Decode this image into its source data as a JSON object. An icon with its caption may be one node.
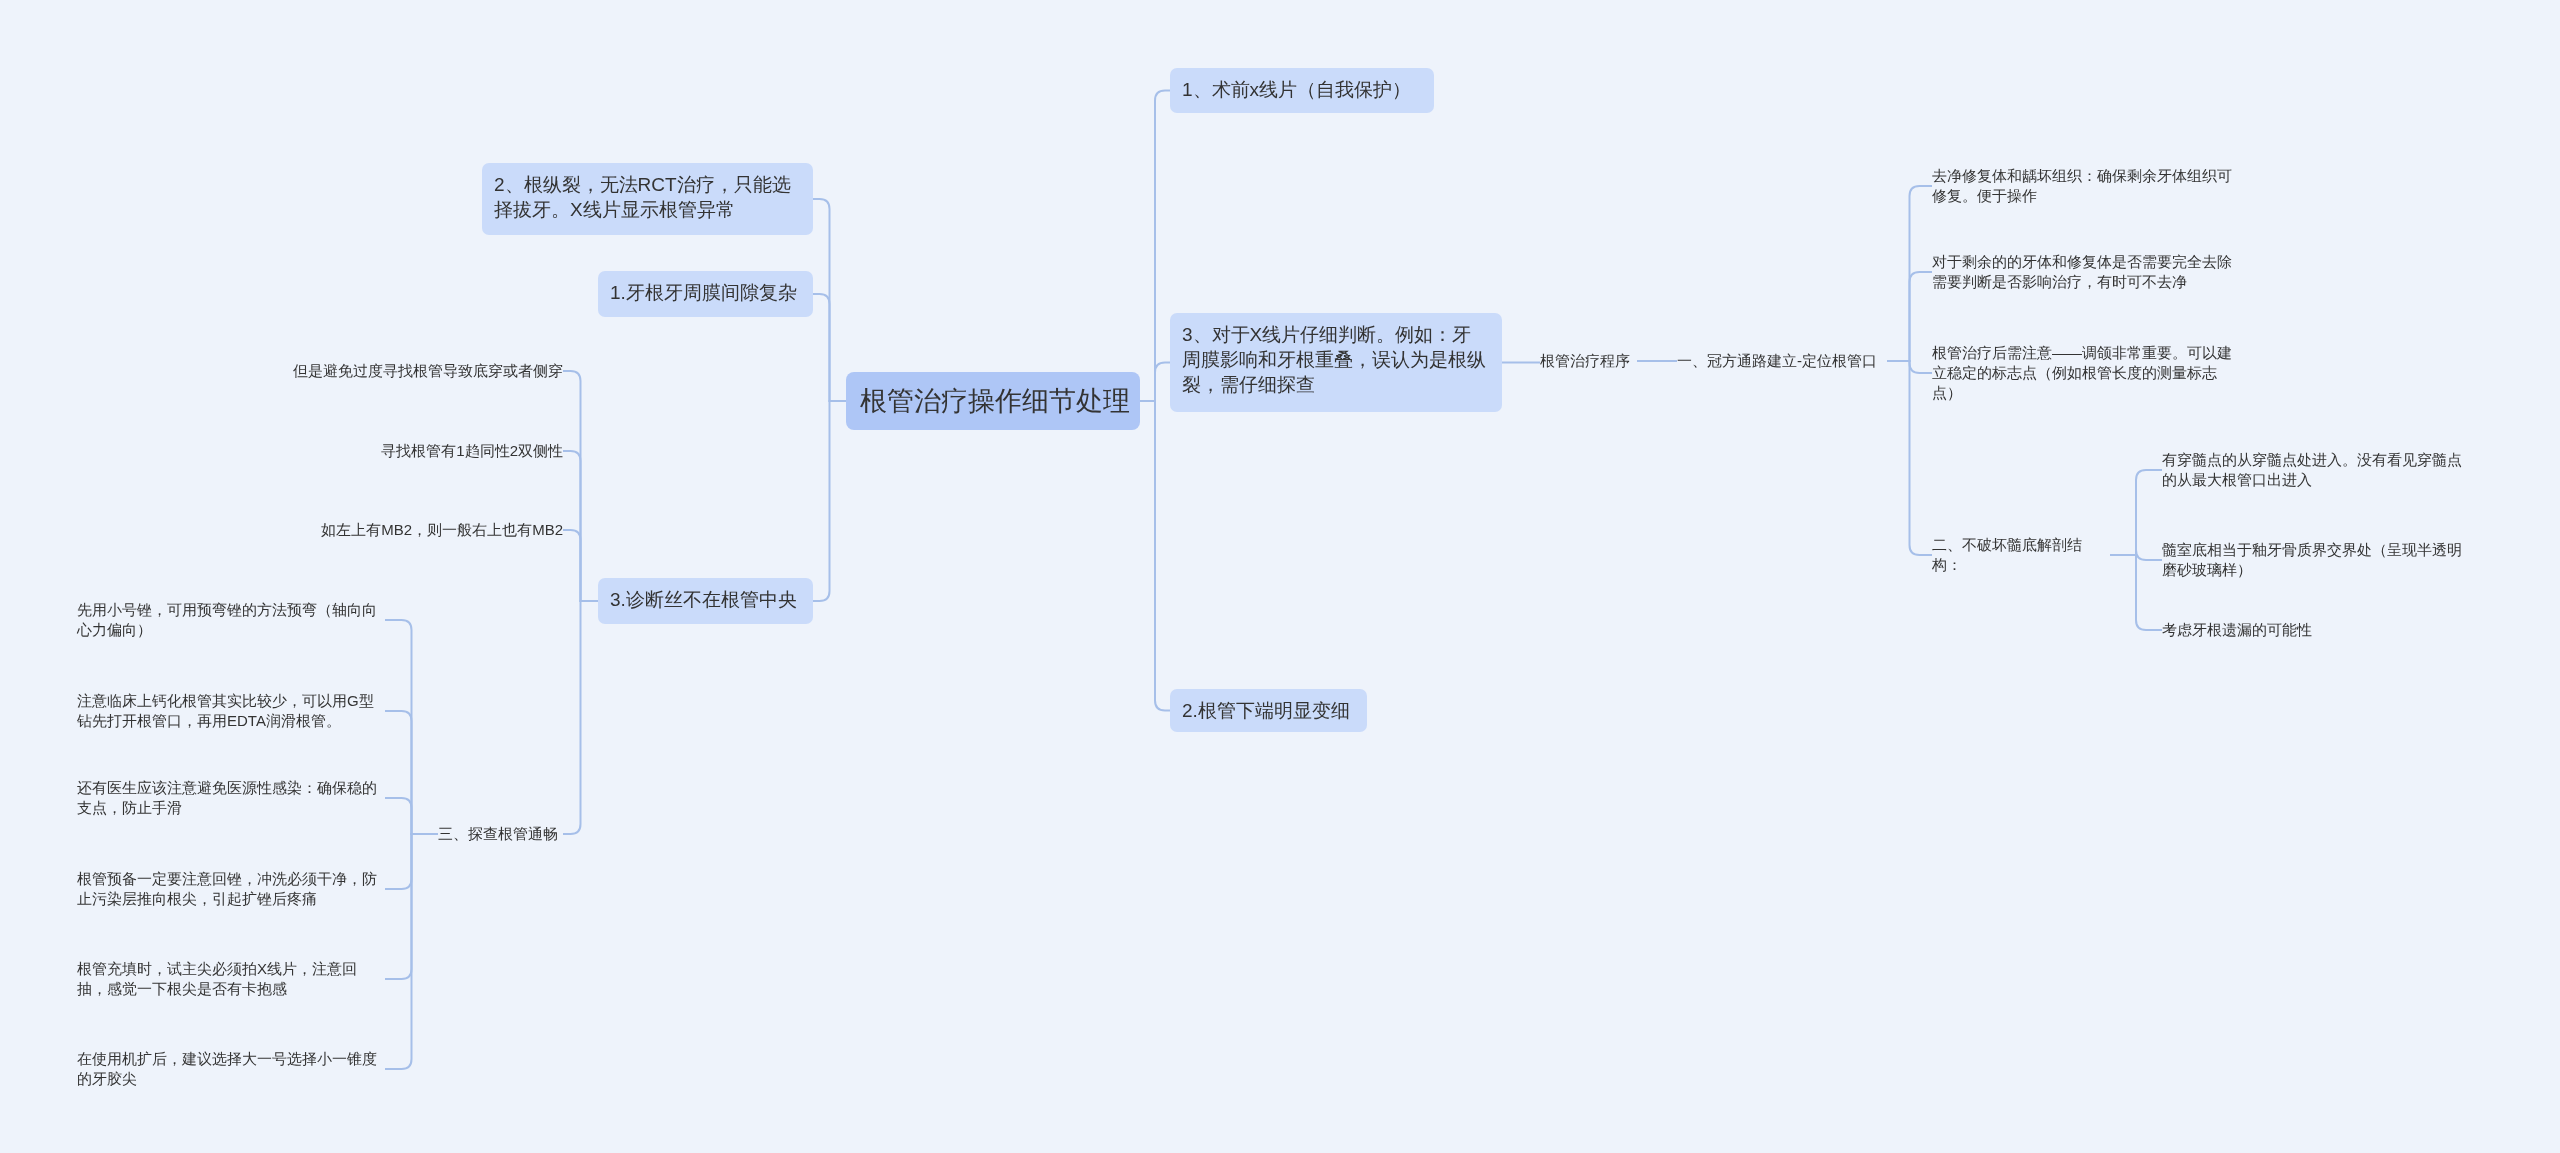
{
  "diagram": {
    "nodes": [
      {
        "text": [
          "根管治疗操作细节处理"
        ]
      },
      {
        "text": [
          "2、根纵裂，无法RCT治疗，只能选择拔牙。X线片显示根管异常"
        ]
      },
      {
        "text": [
          "1.牙根牙周膜间隙复杂"
        ]
      },
      {
        "text": [
          "3.诊断丝不在根管中央"
        ]
      },
      {
        "text": [
          "但是避免过度寻找根管导致底穿或者侧穿"
        ]
      },
      {
        "text": [
          "寻找根管有1趋同性2双侧性"
        ]
      },
      {
        "text": [
          "如左上有MB2，则一般右上也有MB2"
        ]
      },
      {
        "text": [
          "三、探查根管通畅"
        ]
      },
      {
        "text": [
          "先用小号锉，可用预弯锉的方法预弯（轴向向心力偏向）"
        ]
      },
      {
        "text": [
          "注意临床上钙化根管其实比较少，可以用G型钻先打开根管口，再用EDTA润滑根管。"
        ]
      },
      {
        "text": [
          "还有医生应该注意避免医源性感染：确保稳的支点，防止手滑"
        ]
      },
      {
        "text": [
          "根管预备一定要注意回锉，冲洗必须干净，防止污染层推向根尖，引起扩锉后疼痛"
        ]
      },
      {
        "text": [
          "根管充填时，试主尖必须拍X线片，注意回抽，感觉一下根尖是否有卡抱感"
        ]
      },
      {
        "text": [
          "在使用机扩后，建议选择大一号选择小一锥度的牙胶尖"
        ]
      },
      {
        "text": [
          "1、术前x线片（自我保护）"
        ]
      },
      {
        "text": [
          "3、对于X线片仔细判断。例如：牙周膜影响和牙根重叠，误认为是根纵裂，需仔细探查"
        ]
      },
      {
        "text": [
          "根管治疗程序"
        ]
      },
      {
        "text": [
          "一、冠方通路建立-定位根管口"
        ]
      },
      {
        "text": [
          "去净修复体和龋坏组织：确保剩余牙体组织可修复。便于操作"
        ]
      },
      {
        "text": [
          "对于剩余的的牙体和修复体是否需要完全去除需要判断是否影响治疗，有时可不去净"
        ]
      },
      {
        "text": [
          "根管治疗后需注意——调颌非常重要。可以建立稳定的标志点（例如根管长度的测量标志点）"
        ]
      },
      {
        "text": [
          "二、不破坏髓底解剖结构："
        ]
      },
      {
        "text": [
          "有穿髓点的从穿髓点处进入。没有看见穿髓点的从最大根管口出进入"
        ]
      },
      {
        "text": [
          "髓室底相当于釉牙骨质界交界处（呈现半透明磨砂玻璃样）"
        ]
      },
      {
        "text": [
          "考虑牙根遗漏的可能性"
        ]
      },
      {
        "text": [
          "2.根管下端明显变细"
        ]
      }
    ],
    "edges": [
      {
        "from": 0,
        "to": 1,
        "arrow": "none"
      },
      {
        "from": 0,
        "to": 2,
        "arrow": "none"
      },
      {
        "from": 0,
        "to": 3,
        "arrow": "none"
      },
      {
        "from": 3,
        "to": 4,
        "arrow": "none"
      },
      {
        "from": 3,
        "to": 5,
        "arrow": "none"
      },
      {
        "from": 3,
        "to": 6,
        "arrow": "none"
      },
      {
        "from": 3,
        "to": 7,
        "arrow": "none"
      },
      {
        "from": 7,
        "to": 8,
        "arrow": "none"
      },
      {
        "from": 7,
        "to": 9,
        "arrow": "none"
      },
      {
        "from": 7,
        "to": 10,
        "arrow": "none"
      },
      {
        "from": 7,
        "to": 11,
        "arrow": "none"
      },
      {
        "from": 7,
        "to": 12,
        "arrow": "none"
      },
      {
        "from": 7,
        "to": 13,
        "arrow": "none"
      },
      {
        "from": 0,
        "to": 14,
        "arrow": "none"
      },
      {
        "from": 0,
        "to": 15,
        "arrow": "none"
      },
      {
        "from": 0,
        "to": 25,
        "arrow": "none"
      },
      {
        "from": 15,
        "to": 16,
        "arrow": "none"
      },
      {
        "from": 16,
        "to": 17,
        "arrow": "none"
      },
      {
        "from": 17,
        "to": 18,
        "arrow": "none"
      },
      {
        "from": 17,
        "to": 19,
        "arrow": "none"
      },
      {
        "from": 17,
        "to": 20,
        "arrow": "none"
      },
      {
        "from": 17,
        "to": 21,
        "arrow": "none"
      },
      {
        "from": 21,
        "to": 22,
        "arrow": "none"
      },
      {
        "from": 21,
        "to": 23,
        "arrow": "none"
      },
      {
        "from": 21,
        "to": 24,
        "arrow": "none"
      }
    ]
  }
}
